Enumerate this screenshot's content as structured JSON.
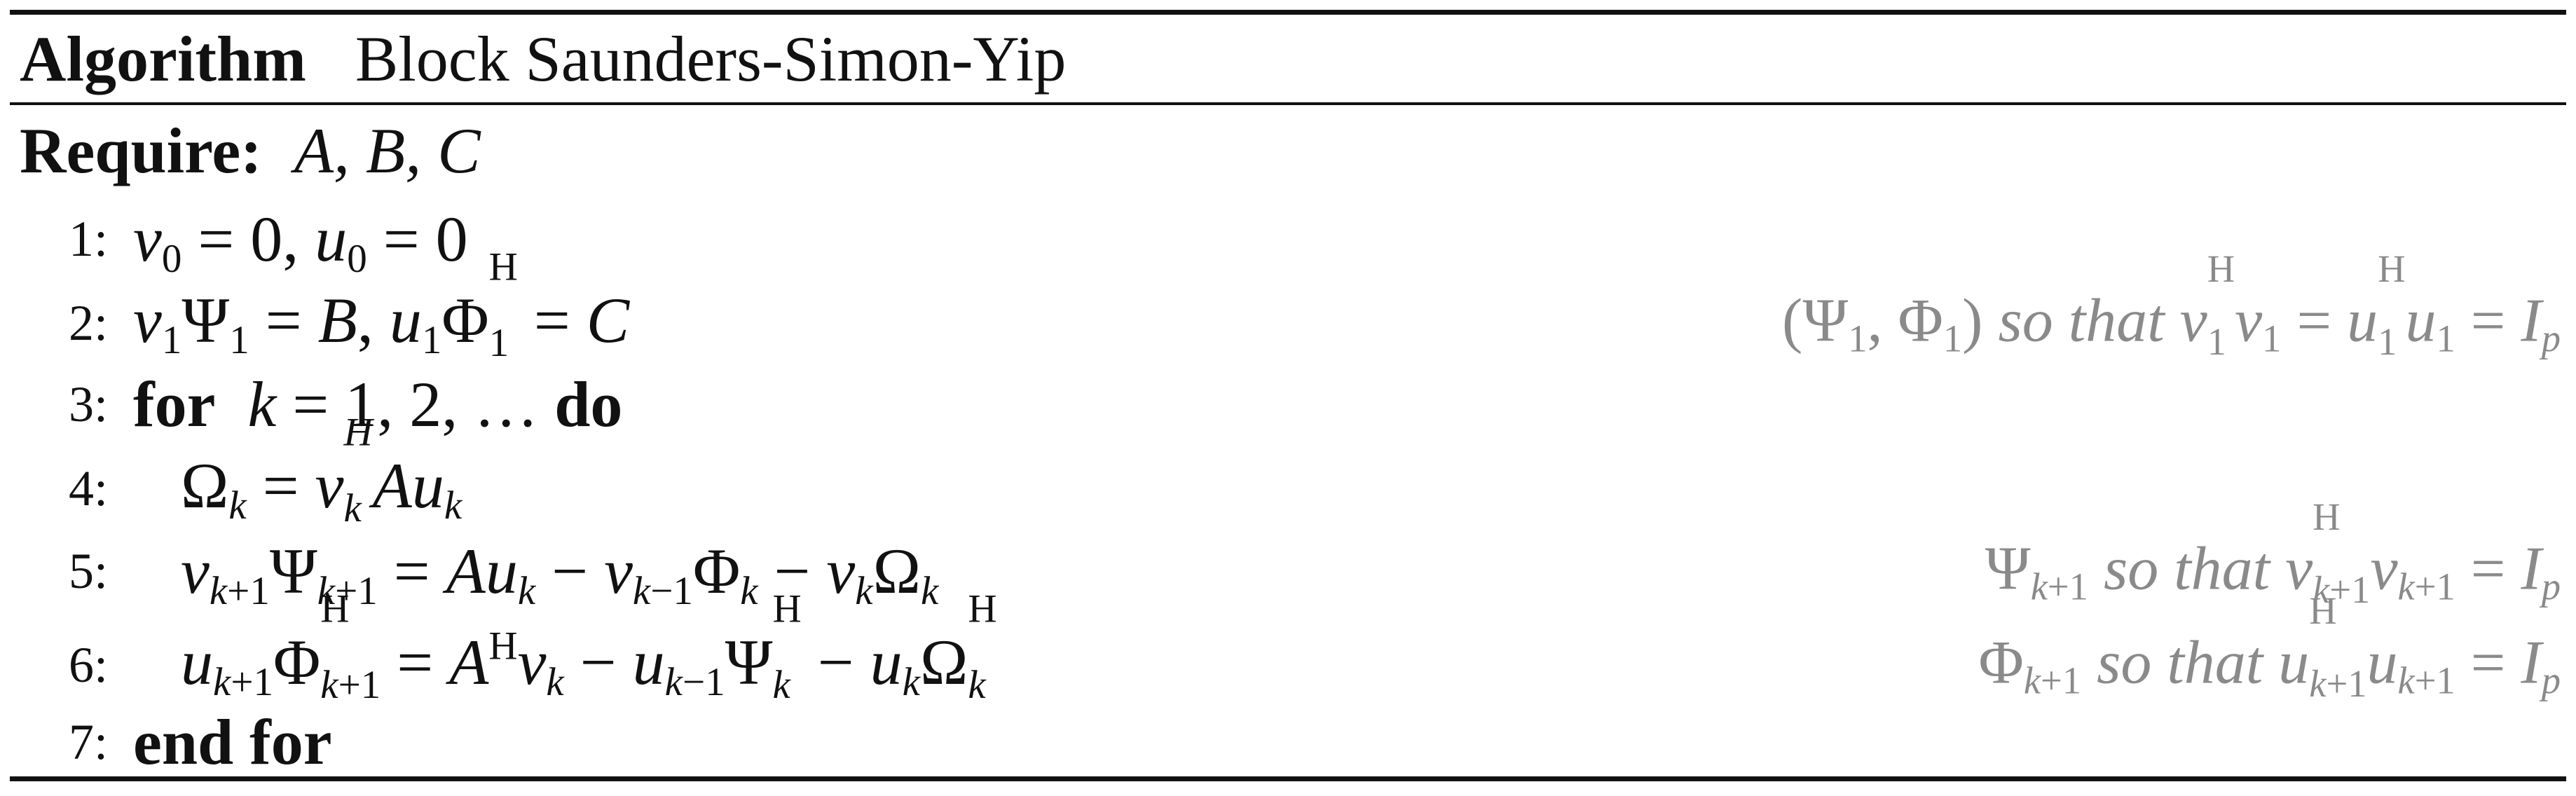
{
  "caption": {
    "keyword": "Algorithm",
    "title": "Block Saunders-Simon-Yip"
  },
  "require": {
    "keyword": "Require:",
    "text": "A, B, C"
  },
  "lines": [
    {
      "num": "1:",
      "stmt": "v_0 = 0, u_0 = 0",
      "comment": ""
    },
    {
      "num": "2:",
      "stmt": "v_1 Ψ_1 = B, u_1 Φ_1^H = C",
      "comment": "(Ψ_1, Φ_1) so that v_1^H v_1 = u_1^H u_1 = I_p"
    },
    {
      "num": "3:",
      "keyword_for": "for",
      "stmt": "k = 1, 2, …",
      "keyword_do": "do",
      "comment": ""
    },
    {
      "num": "4:",
      "stmt": "Ω_k = v_k^H A u_k",
      "comment": ""
    },
    {
      "num": "5:",
      "stmt": "v_{k+1} Ψ_{k+1} = A u_k − v_{k−1} Φ_k − v_k Ω_k",
      "comment": "Ψ_{k+1} so that v_{k+1}^H v_{k+1} = I_p"
    },
    {
      "num": "6:",
      "stmt": "u_{k+1} Φ_{k+1}^H = A^H v_k − u_{k−1} Ψ_k^H − u_k Ω_k^H",
      "comment": "Φ_{k+1} so that u_{k+1}^H u_{k+1} = I_p"
    },
    {
      "num": "7:",
      "stmt": "end for",
      "comment": ""
    }
  ]
}
